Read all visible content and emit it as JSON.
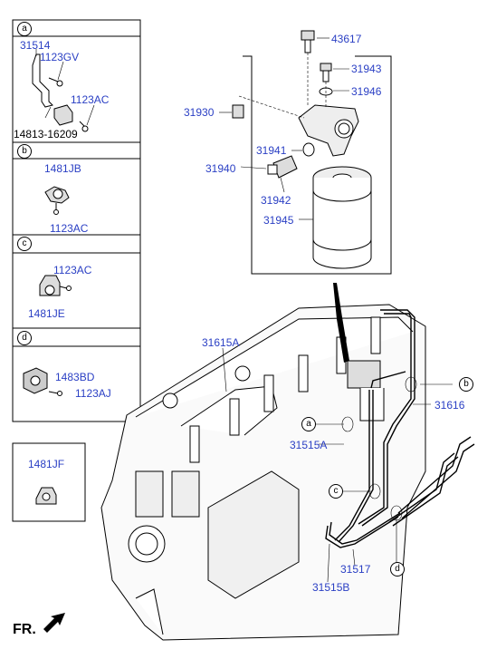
{
  "sidebar": {
    "a": {
      "tag": "a",
      "parts": [
        "31514",
        "1123GV",
        "1123AC",
        "14813-16209"
      ]
    },
    "b": {
      "tag": "b",
      "parts": [
        "1481JB",
        "1123AC"
      ]
    },
    "c": {
      "tag": "c",
      "parts": [
        "1123AC",
        "1481JE"
      ]
    },
    "d": {
      "tag": "d",
      "parts": [
        "1483BD",
        "1123AJ"
      ]
    },
    "e": {
      "parts": [
        "1481JF"
      ]
    }
  },
  "filter_box": {
    "parts": [
      "43617",
      "31943",
      "31946",
      "31930",
      "31941",
      "31940",
      "31942",
      "31945"
    ]
  },
  "engine": {
    "parts": [
      "31615A",
      "31616",
      "31515A",
      "31517",
      "31515B"
    ],
    "callouts": [
      "b",
      "a",
      "c",
      "d"
    ]
  },
  "front_label": "FR."
}
